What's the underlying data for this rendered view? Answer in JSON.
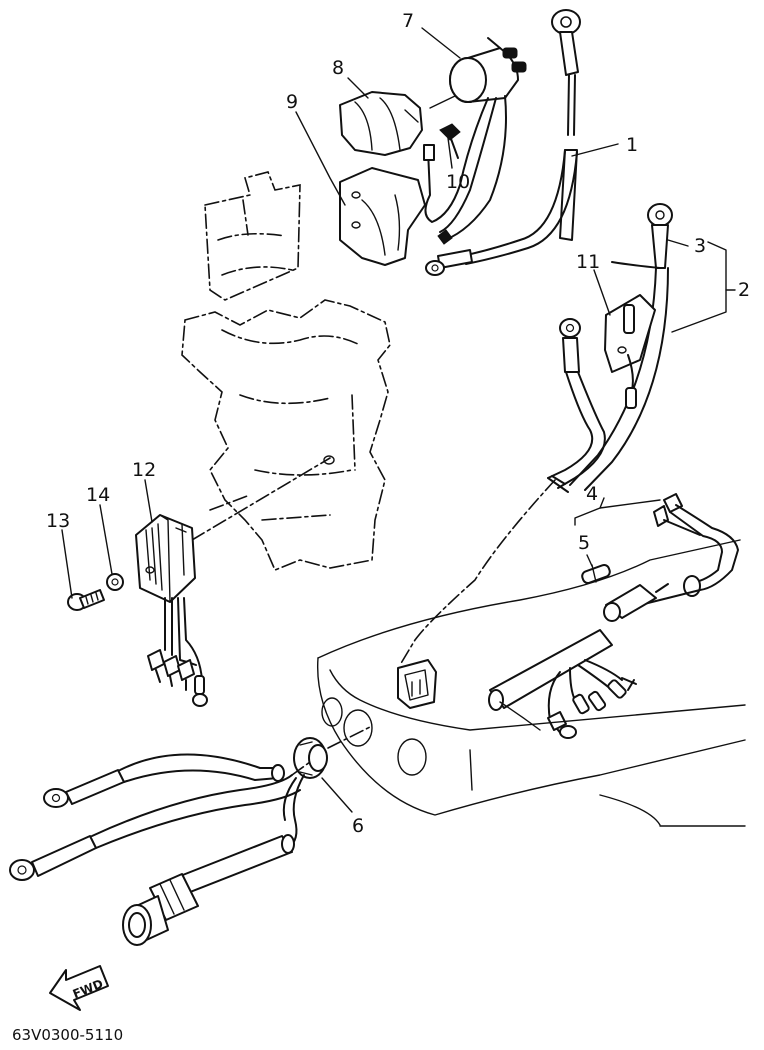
{
  "callouts": {
    "c1": "1",
    "c2": "2",
    "c3": "3",
    "c4": "4",
    "c5": "5",
    "c6": "6",
    "c7": "7",
    "c8": "8",
    "c9": "9",
    "c10": "10",
    "c11": "11",
    "c12": "12",
    "c13": "13",
    "c14": "14"
  },
  "direction_label": "FWD",
  "diagram_code": "63V0300-5110"
}
